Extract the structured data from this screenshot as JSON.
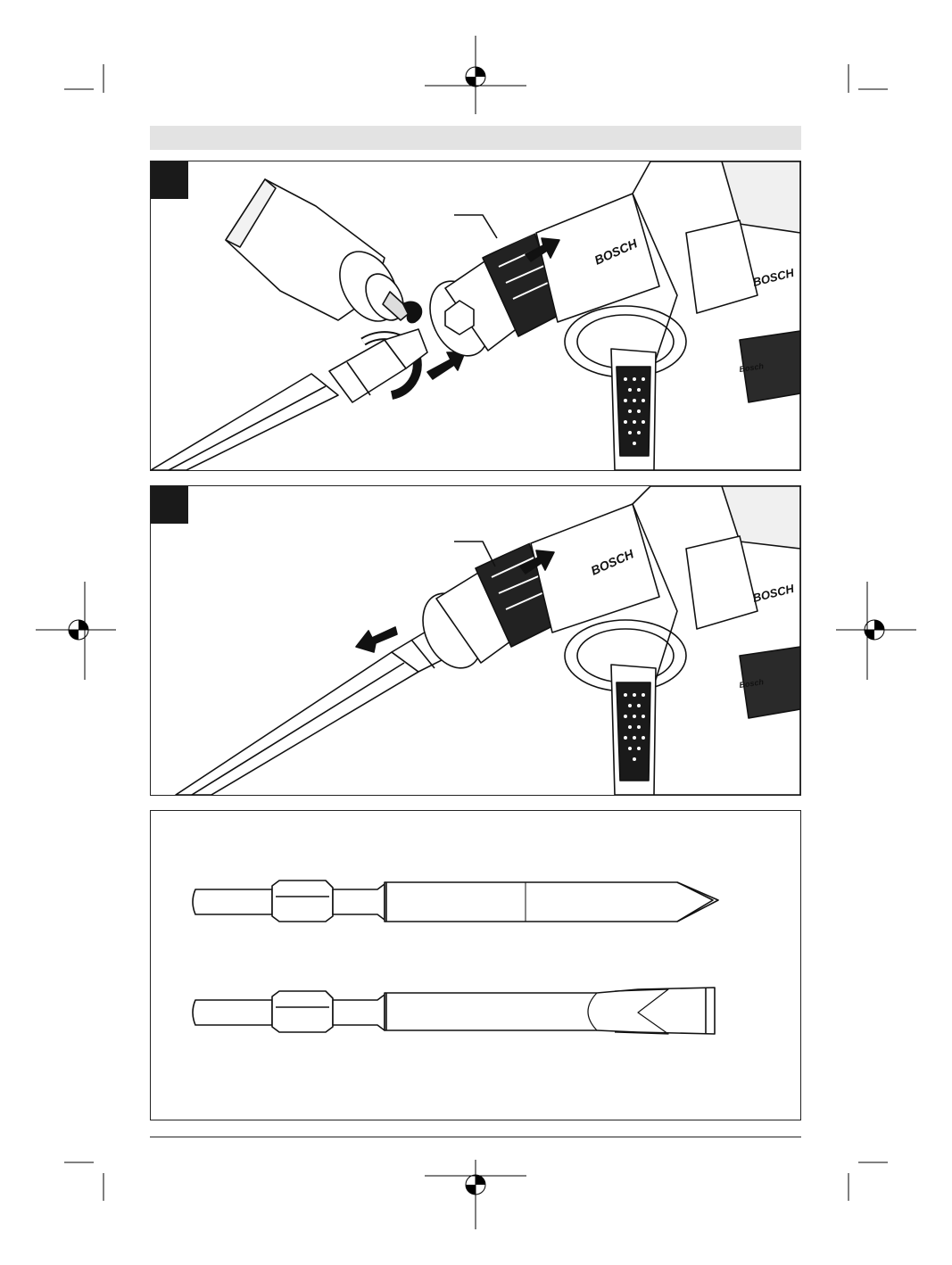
{
  "brand_label": "BOSCH",
  "sub_brand_label": "Bosch",
  "figures": [
    {
      "id": "fig-1"
    },
    {
      "id": "fig-2"
    },
    {
      "id": "fig-3"
    }
  ],
  "colors": {
    "ink": "#1a1a1a",
    "header_band": "#e3e3e3",
    "panel_border": "#222222"
  }
}
